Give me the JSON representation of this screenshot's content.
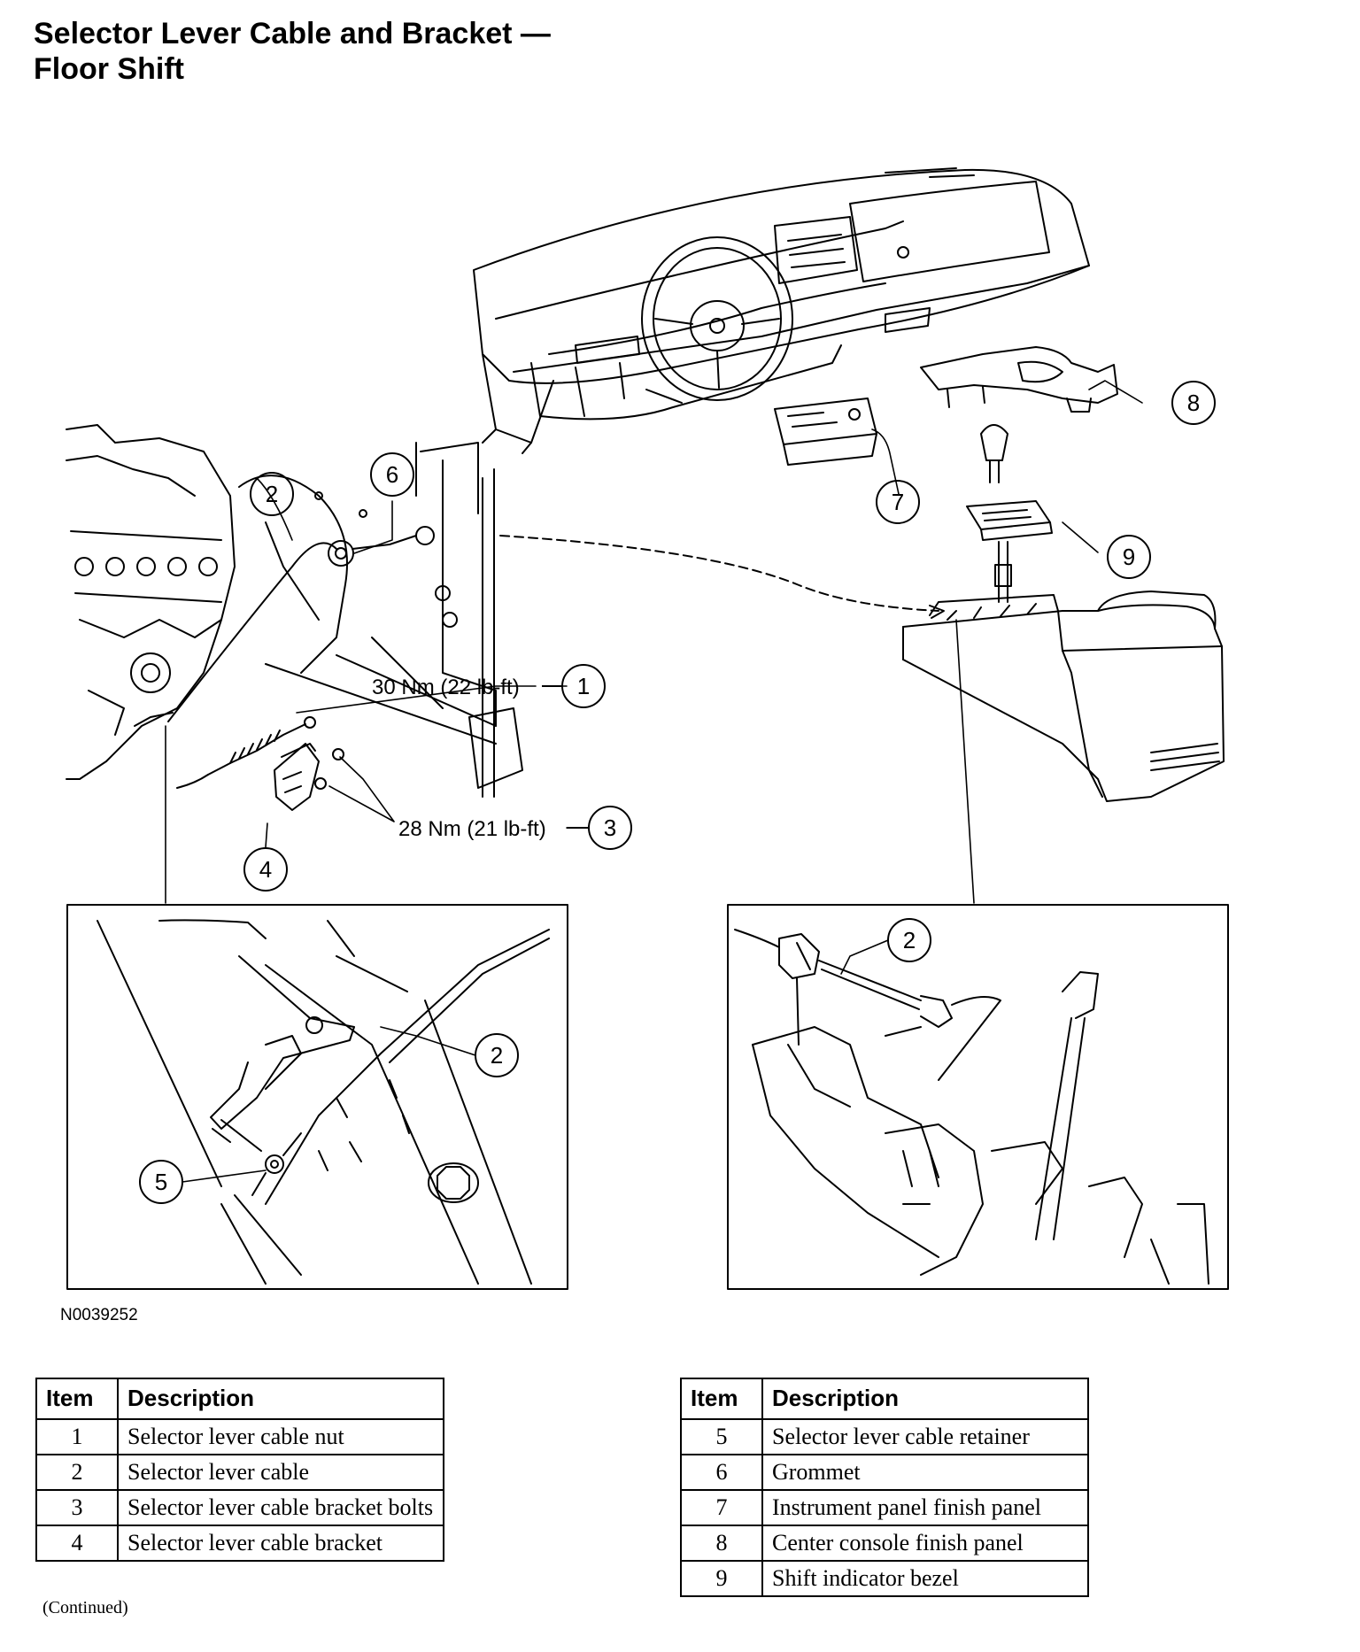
{
  "title": {
    "line1": "Selector Lever Cable and Bracket —",
    "line2": "Floor Shift"
  },
  "callouts": {
    "c1": "1",
    "c2a": "2",
    "c2b": "2",
    "c2c": "2",
    "c3": "3",
    "c4": "4",
    "c5": "5",
    "c6": "6",
    "c7": "7",
    "c8": "8",
    "c9": "9"
  },
  "torque": {
    "nut": "30 Nm (22 lb-ft)",
    "bolts": "28 Nm (21 lb-ft)"
  },
  "figure_id": "N0039252",
  "legend_left": {
    "header": {
      "item": "Item",
      "description": "Description"
    },
    "rows": [
      {
        "item": "1",
        "description": "Selector lever cable nut"
      },
      {
        "item": "2",
        "description": "Selector lever cable"
      },
      {
        "item": "3",
        "description": "Selector lever cable bracket bolts"
      },
      {
        "item": "4",
        "description": "Selector lever cable bracket"
      }
    ]
  },
  "legend_right": {
    "header": {
      "item": "Item",
      "description": "Description"
    },
    "rows": [
      {
        "item": "5",
        "description": "Selector lever cable retainer"
      },
      {
        "item": "6",
        "description": "Grommet"
      },
      {
        "item": "7",
        "description": "Instrument panel finish panel"
      },
      {
        "item": "8",
        "description": "Center console finish panel"
      },
      {
        "item": "9",
        "description": "Shift indicator bezel"
      }
    ]
  },
  "footer": {
    "continued": "(Continued)"
  }
}
